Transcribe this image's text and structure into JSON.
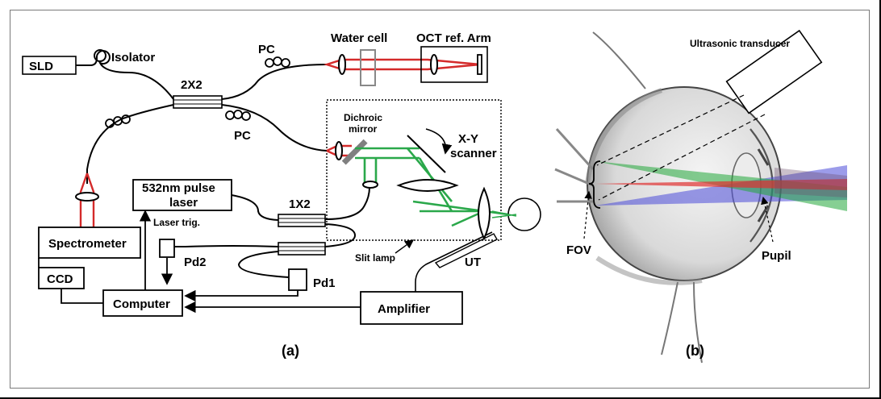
{
  "panel_a": {
    "sld": "SLD",
    "isolator": "Isolator",
    "coupler_2x2": "2X2",
    "pc_top": "PC",
    "pc_bottom": "PC",
    "water_cell": "Water cell",
    "oct_ref_arm": "OCT ref. Arm",
    "dichroic_line1": "Dichroic",
    "dichroic_line2": "mirror",
    "xy_line1": "X-Y",
    "xy_line2": "scanner",
    "laser_line1": "532nm pulse",
    "laser_line2": "laser",
    "coupler_1x2": "1X2",
    "laser_trig": "Laser trig.",
    "spectrometer": "Spectrometer",
    "ccd": "CCD",
    "computer": "Computer",
    "pd2": "Pd2",
    "pd1": "Pd1",
    "slit_lamp": "Slit lamp",
    "ut": "UT",
    "amplifier": "Amplifier",
    "caption": "(a)"
  },
  "panel_b": {
    "ultrasonic_transducer": "Ultrasonic transducer",
    "fov": "FOV",
    "pupil": "Pupil",
    "caption": "(b)"
  },
  "colors": {
    "oct_beam": "#d42a2a",
    "laser_beam": "#2aa84a",
    "blue_beam": "#4b4bd8",
    "green_beam": "#22a83a",
    "red_beam": "#e03030"
  }
}
